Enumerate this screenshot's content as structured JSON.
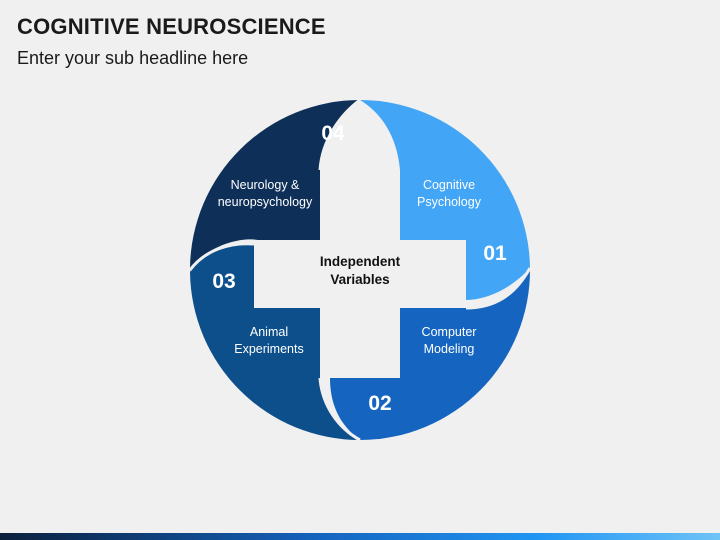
{
  "header": {
    "title": "COGNITIVE NEUROSCIENCE",
    "subtitle": "Enter your sub headline here"
  },
  "center": {
    "line1": "Independent",
    "line2": "Variables"
  },
  "segments": [
    {
      "number": "01",
      "line1": "Cognitive",
      "line2": "Psychology",
      "color": "#42a5f5"
    },
    {
      "number": "02",
      "line1": "Computer",
      "line2": "Modeling",
      "color": "#1565c0"
    },
    {
      "number": "03",
      "line1": "Animal",
      "line2": "Experiments",
      "color": "#0d4f8b"
    },
    {
      "number": "04",
      "line1": "Neurology &",
      "line2": "neuropsychology",
      "color": "#0e2f57"
    }
  ]
}
